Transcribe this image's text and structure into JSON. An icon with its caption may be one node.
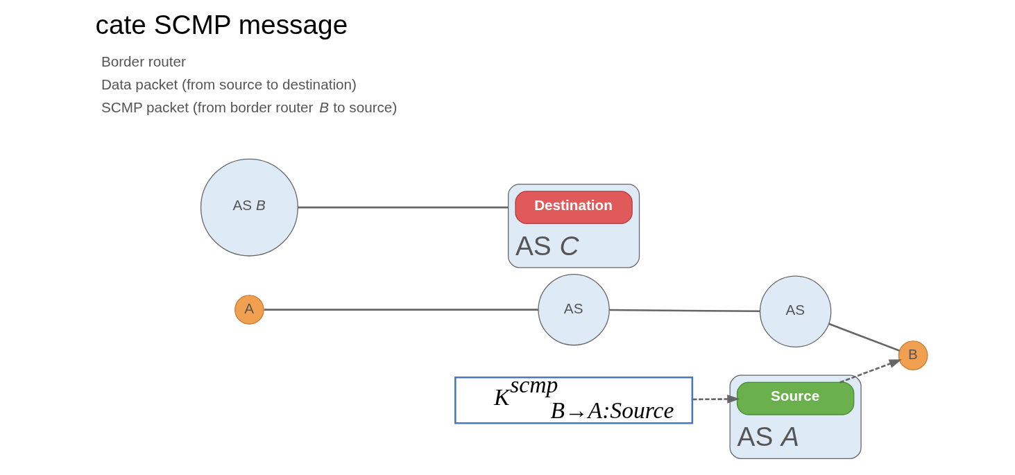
{
  "diagram": {
    "title": "cate SCMP message",
    "nodes": [
      {
        "text": [
          "AS *A*"
        ]
      },
      {
        "text": [
          "Source"
        ],
        "in": 0
      },
      {
        "text": [
          "A"
        ]
      },
      {
        "text": [
          "AS"
        ]
      },
      {
        "text": [
          "AS"
        ]
      },
      {
        "text": [
          "AS *B*"
        ]
      },
      {
        "text": [
          "B"
        ]
      },
      {
        "text": [
          "K$^{scmp}$$_{B→A:Source}$"
        ]
      },
      {
        "text": [
          "AS *C*"
        ]
      },
      {
        "text": [
          "Destination"
        ],
        "in": 8
      }
    ],
    "edges": [
      {
        "from": 2,
        "to": 3,
        "arrow": "none"
      },
      {
        "from": 3,
        "to": 4,
        "arrow": "none"
      },
      {
        "from": 4,
        "to": 6,
        "arrow": "none"
      },
      {
        "from": 5,
        "to": 8,
        "arrow": "none"
      },
      {
        "from": 1,
        "to": 6,
        "arrow": "to",
        "style": "dashed"
      },
      {
        "from": 7,
        "to": 1,
        "arrow": "to",
        "style": "dashed"
      }
    ],
    "legend": [
      {
        "text": "Border router"
      },
      {
        "text": "Data packet (from source to destination)"
      },
      {
        "text": "SCMP packet (from border router *B* to source)"
      }
    ]
  }
}
